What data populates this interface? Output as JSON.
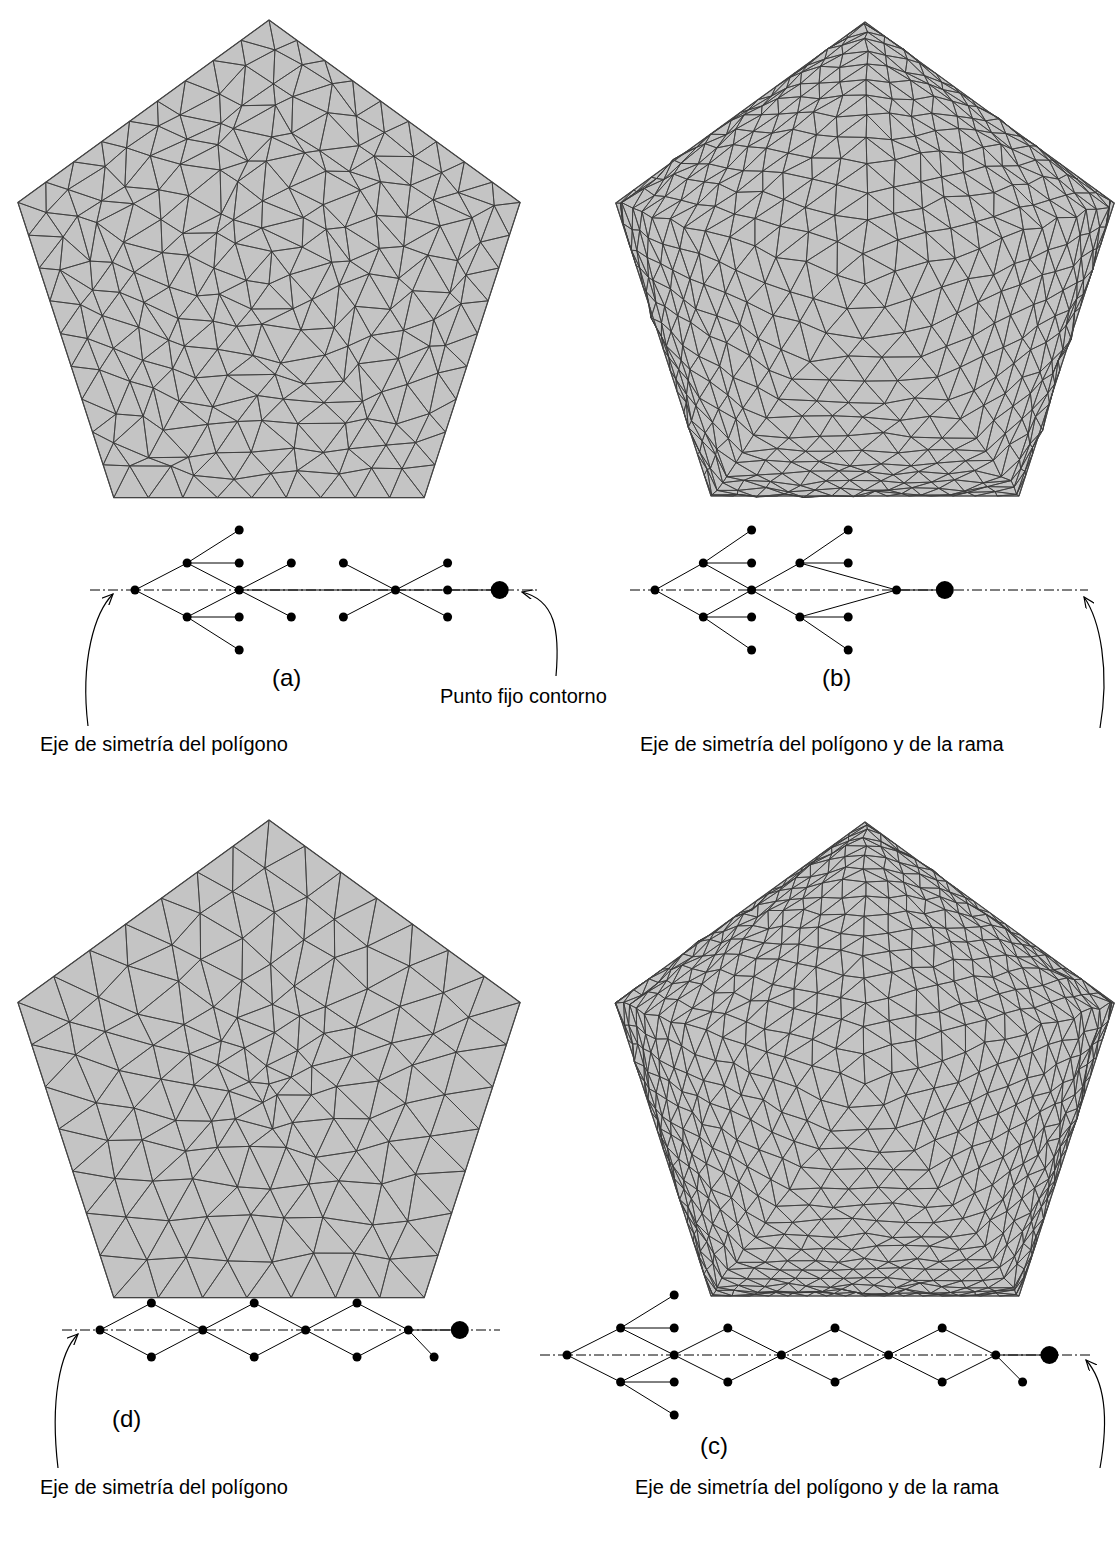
{
  "diagram": {
    "labels": [
      "Eje de simetría del polígono",
      "(a)",
      "Punto fijo contorno",
      "(b)",
      "Eje de simetría del polígono y de la rama",
      "Eje de simetría del polígono",
      "(d)",
      "(c)",
      "Eje de simetría del polígono y de la rama"
    ]
  }
}
